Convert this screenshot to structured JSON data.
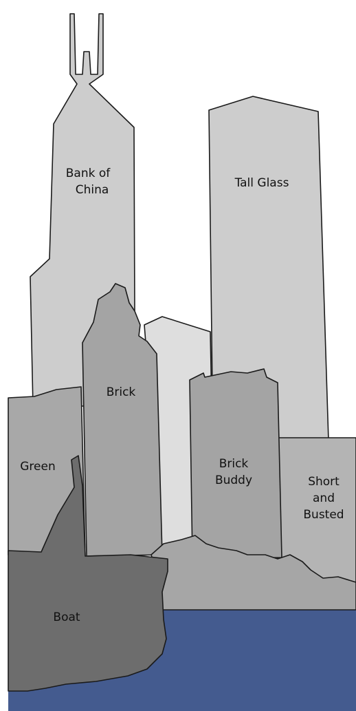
{
  "labels": {
    "bank_of_china": [
      "Bank of",
      "China"
    ],
    "tall_glass": [
      "Tall Glass"
    ],
    "brick": [
      "Brick"
    ],
    "green": [
      "Green"
    ],
    "brick_buddy": [
      "Brick",
      "Buddy"
    ],
    "short_and_busted": [
      "Short",
      "and",
      "Busted"
    ],
    "boat": [
      "Boat"
    ]
  },
  "colors": {
    "background": "#ffffff",
    "water": "#445b8f",
    "bank_of_china": "#cdcdcd",
    "tall_glass": "#cdcdcd",
    "middle_building": "#dedede",
    "green": "#a8a8a8",
    "brick": "#a4a4a4",
    "brick_buddy": "#a4a4a4",
    "short_and_busted": "#b4b4b4",
    "rubble": "#a6a6a6",
    "boat": "#6d6d6d",
    "outline": "#1a1a1a"
  }
}
